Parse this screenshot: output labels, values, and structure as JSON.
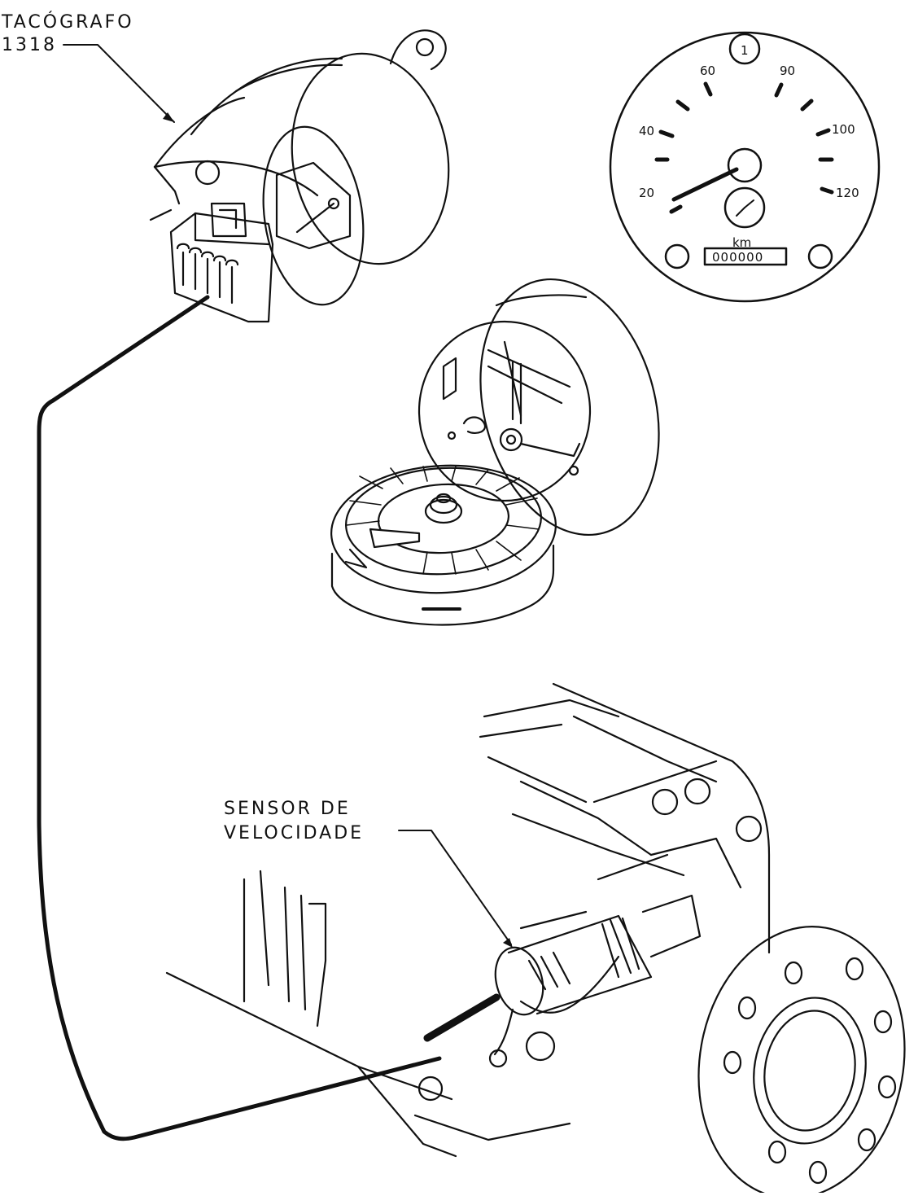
{
  "labels": {
    "tachograph": [
      "TACÓGRAFO",
      "1318"
    ],
    "sensor": [
      "SENSOR DE",
      "VELOCIDADE"
    ]
  },
  "dial": {
    "top_mark": "1",
    "speeds": [
      "20",
      "40",
      "60",
      "90",
      "100",
      "120"
    ],
    "unit": "km",
    "odometer": "000000"
  },
  "colors": {
    "ink": "#111111",
    "paper": "#ffffff"
  }
}
